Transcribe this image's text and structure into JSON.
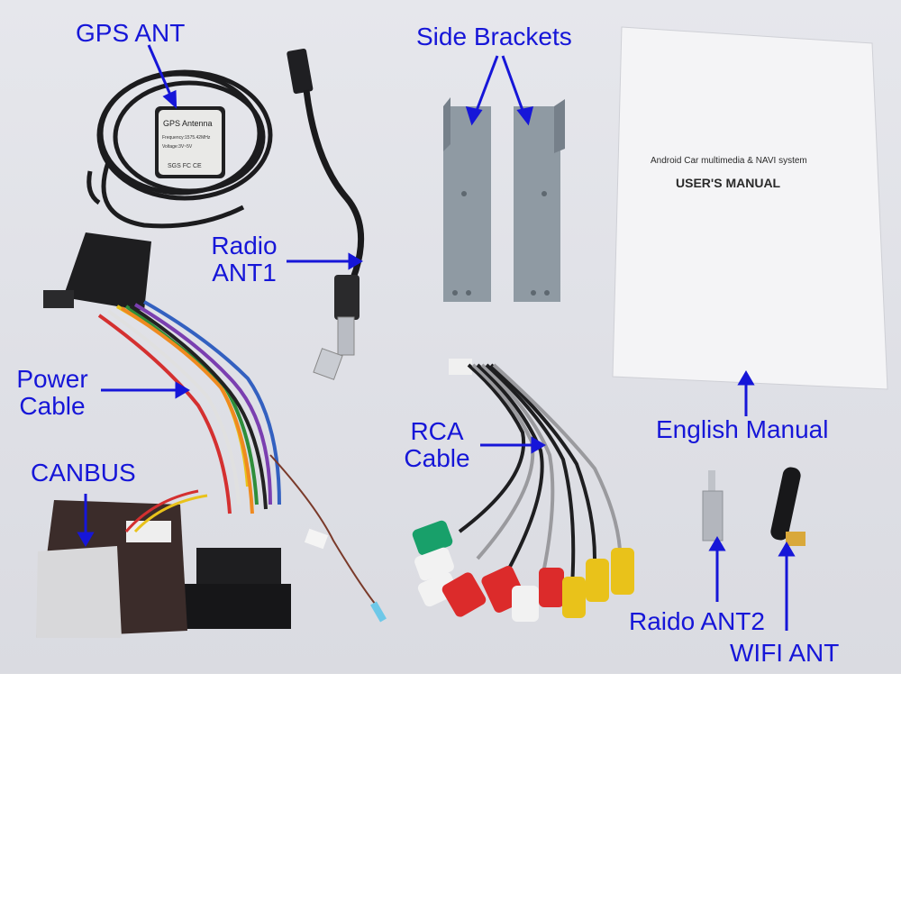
{
  "labels": {
    "gps_ant": "GPS ANT",
    "side_brackets": "Side Brackets",
    "radio_ant1_line1": "Radio",
    "radio_ant1_line2": "ANT1",
    "power_cable_line1": "Power",
    "power_cable_line2": "Cable",
    "canbus": "CANBUS",
    "rca_cable_line1": "RCA",
    "rca_cable_line2": "Cable",
    "english_manual": "English Manual",
    "radio_ant2": "Raido ANT2",
    "wifi_ant": "WIFI ANT"
  },
  "manual": {
    "subtitle": "Android Car multimedia & NAVI system",
    "title": "USER'S MANUAL"
  },
  "gps_module": {
    "title": "GPS Antenna",
    "frequency": "Frequency:1575.42MHz",
    "voltage": "Voltage:3V~5V",
    "marks": "SGS  FC  CE"
  },
  "colors": {
    "annotation": "#1616d8",
    "background": "#e2e3e8"
  }
}
